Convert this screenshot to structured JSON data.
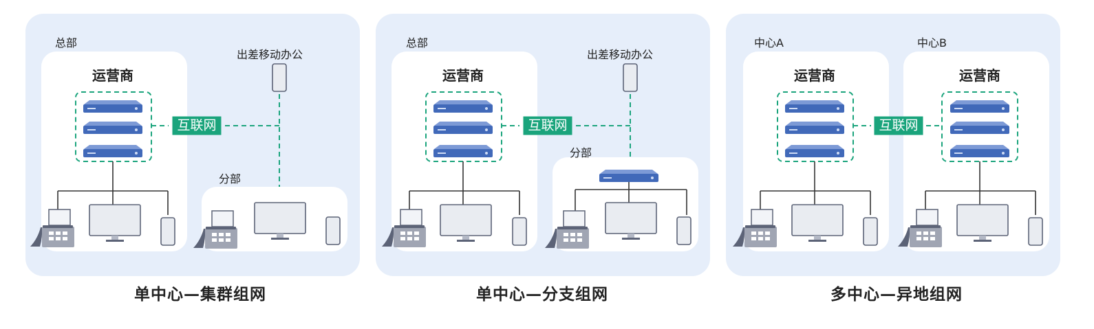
{
  "panels": [
    {
      "caption": "单中心—集群组网",
      "hq_label": "总部",
      "operator_label": "运营商",
      "internet_label": "互联网",
      "mobile_label": "出差移动办公",
      "branch_label": "分部"
    },
    {
      "caption": "单中心—分支组网",
      "hq_label": "总部",
      "operator_label": "运营商",
      "internet_label": "互联网",
      "mobile_label": "出差移动办公",
      "branch_label": "分部"
    },
    {
      "caption": "多中心—异地组网",
      "center_a_label": "中心A",
      "center_b_label": "中心B",
      "operator_a_label": "运营商",
      "operator_b_label": "运营商",
      "internet_label": "互联网"
    }
  ],
  "colors": {
    "panel_bg": "#e6eefa",
    "server_blue": "#4169b9",
    "internet_green": "#1aa47c",
    "dashed_green": "#1aa47c"
  },
  "icons": [
    "server-icon",
    "desk-phone-icon",
    "monitor-icon",
    "mobile-device-icon"
  ]
}
